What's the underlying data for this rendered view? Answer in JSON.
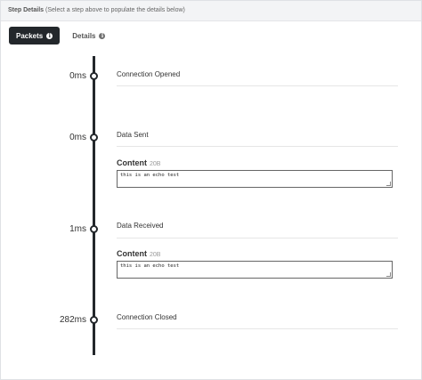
{
  "header": {
    "title": "Step Details",
    "subtitle": "(Select a step above to populate the details below)"
  },
  "tabs": [
    {
      "label": "Packets",
      "icon": "info-icon",
      "active": true
    },
    {
      "label": "Details",
      "icon": "info-icon",
      "active": false
    }
  ],
  "events": [
    {
      "time": "0ms",
      "label": "Connection Opened"
    },
    {
      "time": "0ms",
      "label": "Data Sent",
      "content": {
        "title": "Content",
        "size": "20B",
        "value": "this is an echo test"
      }
    },
    {
      "time": "1ms",
      "label": "Data Received",
      "content": {
        "title": "Content",
        "size": "20B",
        "value": "this is an echo test"
      }
    },
    {
      "time": "282ms",
      "label": "Connection Closed"
    }
  ],
  "colors": {
    "timeline": "#23272b",
    "active_tab_bg": "#23272b",
    "header_bg": "#f3f4f6"
  }
}
